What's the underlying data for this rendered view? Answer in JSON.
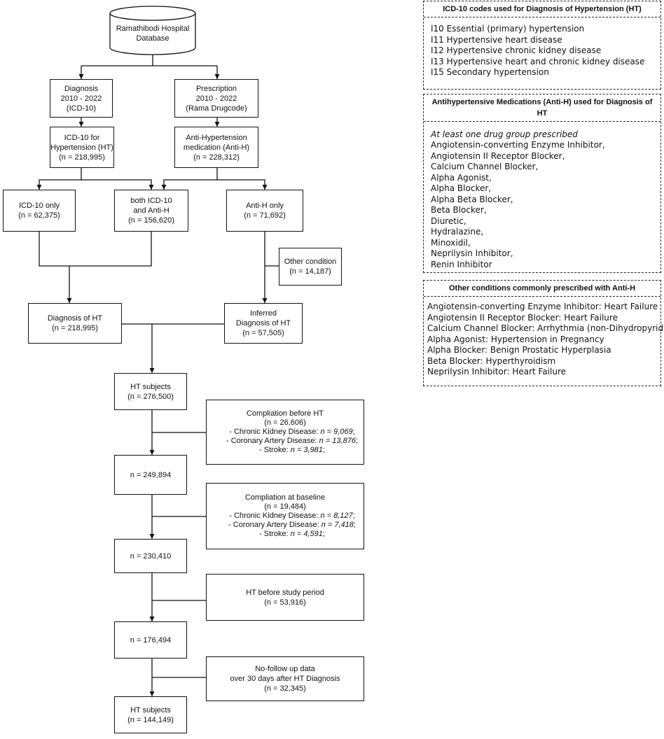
{
  "flow": {
    "database": [
      "Ramathibodi Hospital",
      "Database"
    ],
    "diagnosis": [
      "Diagnosis",
      "2010 - 2022",
      "(ICD-10)"
    ],
    "prescription": [
      "Prescription",
      "2010 - 2022",
      "(Rama Drugcode)"
    ],
    "icd_ht": [
      "ICD-10 for",
      "Hypertension (HT)",
      "(n = 218,995)"
    ],
    "anti_h": [
      "Anti-Hypertension",
      "medication (Anti-H)",
      "(n = 228,312)"
    ],
    "icd_only": [
      "ICD-10 only",
      "(n = 62,375)"
    ],
    "both": [
      "both ICD-10",
      "and Anti-H",
      "(n = 156,620)"
    ],
    "anti_h_only": [
      "Anti-H only",
      "(n = 71,692)"
    ],
    "other_condition": [
      "Other condition",
      "(n =  14,187)"
    ],
    "diagnosis_ht": [
      "Diagnosis of HT",
      "(n = 218,995)"
    ],
    "inferred_ht": [
      "Inferred",
      "Diagnosis of HT",
      "(n = 57,505)"
    ],
    "ht_subjects_1": [
      "HT subjects",
      "(n =  276,500)"
    ],
    "comp_before": {
      "title": "Compliation before HT",
      "n": "(n =    26,606)",
      "lines": [
        {
          "label": "- Chronic Kidney Disease: ",
          "value": "n = 9,069",
          "end": ";"
        },
        {
          "label": "- Coronary Artery Disease: ",
          "value": "n = 13,876",
          "end": ";"
        },
        {
          "label": "- Stroke: ",
          "value": "n = 3,981",
          "end": ";"
        }
      ]
    },
    "n_249894": "n = 249,894",
    "comp_baseline": {
      "title": "Compliation at baseline",
      "n": "(n =   19,484)",
      "lines": [
        {
          "label": "- Chronic Kidney Disease: ",
          "value": "n = 8,127",
          "end": ";"
        },
        {
          "label": "- Coronary Artery Disease: ",
          "value": "n = 7,418",
          "end": ";"
        },
        {
          "label": "- Stroke: ",
          "value": "n = 4,591",
          "end": ";"
        }
      ]
    },
    "n_230410": "n = 230,410",
    "ht_before": [
      "HT before study period",
      "(n = 53,916)"
    ],
    "n_176494": "n =  176,494",
    "no_follow": [
      "No-follow up data",
      "over 30 days after HT Diagnosis",
      "(n = 32,345)"
    ],
    "ht_subjects_2": [
      "HT subjects",
      "(n =  144,149)"
    ]
  },
  "icd_panel": {
    "title": "ICD-10 codes used for Diagnosis of Hypertension (HT)",
    "items": [
      "I10 Essential (primary) hypertension",
      "I11 Hypertensive heart disease",
      "I12 Hypertensive chronic kidney disease",
      "I13 Hypertensive heart and chronic kidney disease",
      "I15 Secondary hypertension"
    ]
  },
  "med_panel": {
    "title": "Antihypertensive Medications (Anti-H) used for Diagnosis of HT",
    "subtitle": "At least one drug group prescribed",
    "items": [
      "Angiotensin-converting Enzyme Inhibitor,",
      "Angiotensin II Receptor Blocker,",
      "Calcium Channel Blocker,",
      "Alpha Agonist,",
      "Alpha Blocker,",
      "Alpha Beta Blocker,",
      "Beta Blocker,",
      "Diuretic,",
      "Hydralazine,",
      "Minoxidil,",
      "Neprilysin Inhibitor,",
      "Renin Inhibitor"
    ]
  },
  "cond_panel": {
    "title": "Other conditions commonly prescribed with Anti-H",
    "items": [
      "Angiotensin-converting Enzyme Inhibitor: Heart Failure",
      "Angiotensin II Receptor Blocker: Heart Failure",
      "Calcium Channel Blocker: Arrhythmia (non-Dihydropyridine)",
      "Alpha Agonist: Hypertension in Pregnancy",
      "Alpha Blocker: Benign Prostatic Hyperplasia",
      "Beta Blocker: Hyperthyroidism",
      "Neprilysin Inhibitor: Heart Failure"
    ]
  }
}
